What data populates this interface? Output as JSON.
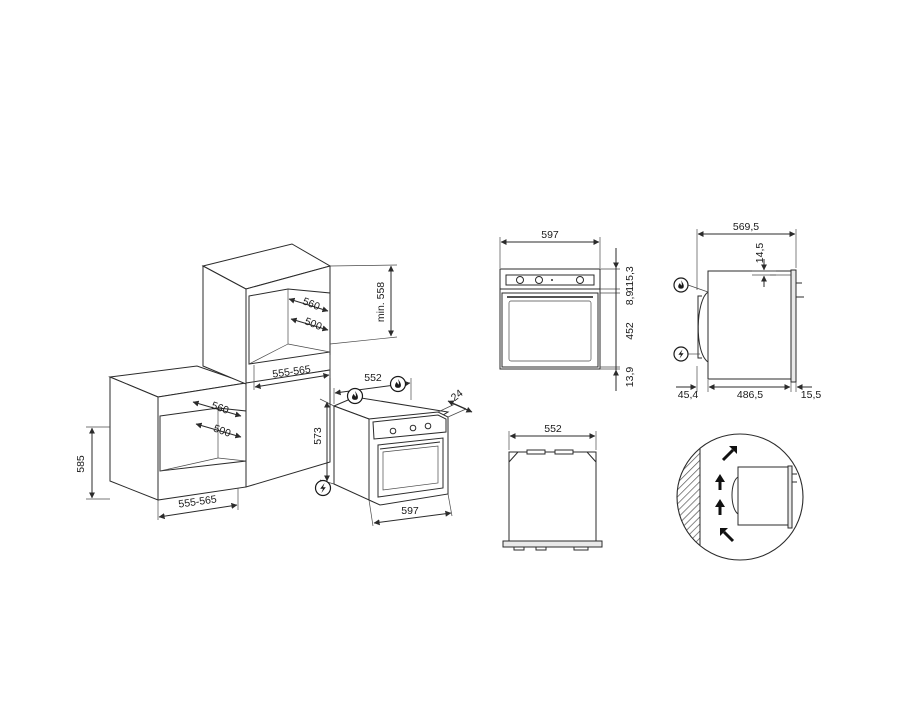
{
  "cabinet_low": {
    "height": "585",
    "depth_outer": "560",
    "depth_inner": "500",
    "width": "555-565"
  },
  "cabinet_tall": {
    "height": "min. 558",
    "depth_outer": "560",
    "depth_inner": "500",
    "width": "555-565"
  },
  "oven_iso": {
    "width_top": "552",
    "height": "573",
    "front_thickness": "24",
    "width_bottom": "597"
  },
  "front_view": {
    "width": "597",
    "dims": [
      "115,3",
      "8,9",
      "452",
      "13,9"
    ]
  },
  "top_view": {
    "width": "552"
  },
  "side_view": {
    "depth_total": "569,5",
    "top_offset": "14,5",
    "bottom_dims": [
      "45,4",
      "486,5",
      "15,5"
    ]
  },
  "icons": {
    "gas": "flame-icon",
    "electric": "lightning-icon",
    "airflow": "arrow-icon"
  }
}
